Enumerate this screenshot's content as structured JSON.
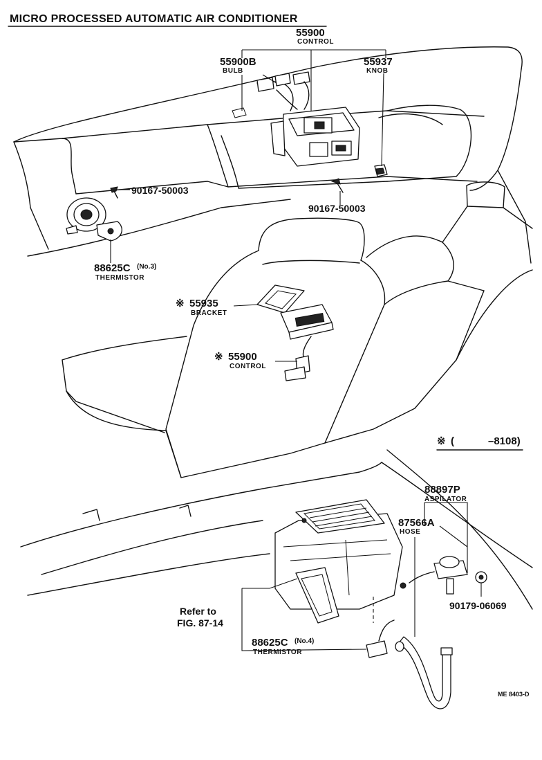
{
  "title": "MICRO PROCESSED AUTOMATIC AIR CONDITIONER",
  "callouts": {
    "control_top": {
      "number": "55900",
      "name": "CONTROL"
    },
    "bulb": {
      "number": "55900B",
      "name": "BULB"
    },
    "knob": {
      "number": "55937",
      "name": "KNOB"
    },
    "screw_left": {
      "number": "90167-50003"
    },
    "screw_center": {
      "number": "90167-50003"
    },
    "thermistor_3": {
      "number": "88625C",
      "sub": "(No.3)",
      "name": "THERMISTOR"
    },
    "bracket": {
      "mark": "※",
      "number": "55935",
      "name": "BRACKET"
    },
    "control_rear": {
      "mark": "※",
      "number": "55900",
      "name": "CONTROL"
    },
    "aspilator": {
      "number": "88897P",
      "name": "ASPILATOR"
    },
    "hose": {
      "number": "87566A",
      "name": "HOSE"
    },
    "nut": {
      "number": "90179-06069"
    },
    "thermistor_4": {
      "number": "88625C",
      "sub": "(No.4)",
      "name": "THERMISTOR"
    },
    "refer_line1": "Refer to",
    "refer_line2": "FIG. 87-14"
  },
  "note": {
    "mark": "※",
    "open": "(",
    "range": "–8108)"
  },
  "figure_code": "ME  8403-D"
}
